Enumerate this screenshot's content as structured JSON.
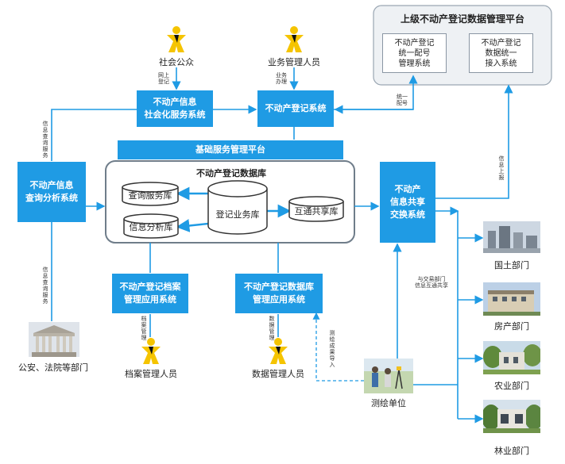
{
  "platform": {
    "title": "上级不动产登记数据管理平台",
    "box_left": "不动产登记\n统一配号\n管理系统",
    "box_right": "不动产登记\n数据统一\n接入系统"
  },
  "actors": {
    "public": "社会公众",
    "business_staff": "业务管理人员",
    "archive_staff": "档案管理人员",
    "data_staff": "数据管理人员"
  },
  "systems": {
    "social_service": "不动产信息\n社会化服务系统",
    "registration": "不动产登记系统",
    "base_platform": "基础服务管理平台",
    "query_analysis": "不动产信息\n查询分析系统",
    "exchange": "不动产\n信息共享\n交换系统",
    "archive_app": "不动产登记档案\n管理应用系统",
    "db_app": "不动产登记数据库\n管理应用系统"
  },
  "database": {
    "title": "不动产登记数据库",
    "query_lib": "查询服务库",
    "analysis_lib": "信息分析库",
    "business_lib": "登记业务库",
    "share_lib": "互通共享库"
  },
  "departments": {
    "police_court": "公安、法院等部门",
    "land": "国土部门",
    "housing": "房产部门",
    "agriculture": "农业部门",
    "forestry": "林业部门",
    "survey": "测绘单位"
  },
  "edge_labels": {
    "online_register": "网上\n登记",
    "business_handle": "业务\n办理",
    "unified_number": "统一\n配号",
    "info_query_service_top": "信息查询服务",
    "info_query_service_bottom": "信息查询服务",
    "info_report": "信息上报",
    "archive_manage": "档案管理",
    "data_manage": "数据管理",
    "survey_import": "测绘成果导入",
    "dept_share": "与交易部门\n信息互通共享"
  },
  "colors": {
    "system_blue": "#1f9be4",
    "arrow_blue": "#1f9be4",
    "frame_gray": "#8a96a3",
    "person_yellow": "#f5c400"
  }
}
